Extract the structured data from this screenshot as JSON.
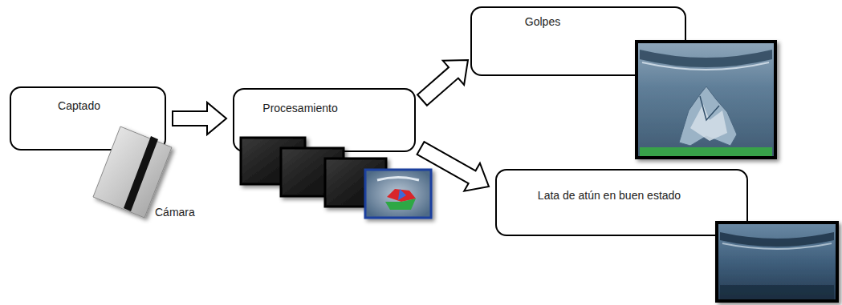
{
  "diagram": {
    "nodes": [
      {
        "text": [
          "Captado"
        ]
      },
      {
        "text": [
          "Procesamiento"
        ]
      },
      {
        "text": [
          "Golpes"
        ]
      },
      {
        "text": [
          "Lata de atún en buen estado"
        ]
      }
    ],
    "edges": [
      {
        "from": 0,
        "to": 1,
        "arrow": "to"
      },
      {
        "from": 1,
        "to": 2,
        "arrow": "to"
      },
      {
        "from": 1,
        "to": 3,
        "arrow": "to"
      }
    ],
    "labels": [
      "Cámara"
    ]
  }
}
